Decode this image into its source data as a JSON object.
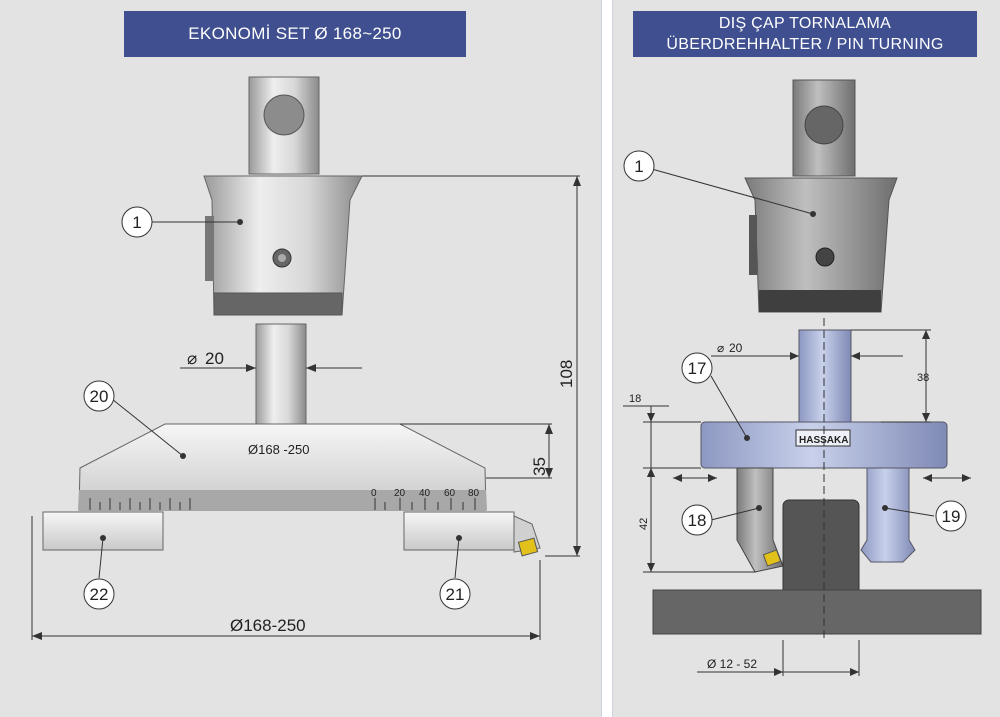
{
  "left_panel": {
    "title": "EKONOMİ SET Ø 168~250",
    "callouts": {
      "c1": "1",
      "c20": "20",
      "c21": "21",
      "c22": "22"
    },
    "dimensions": {
      "pin_diameter": "20",
      "body_label": "Ø168 -250",
      "height_108": "108",
      "height_35": "35",
      "overall_diameter": "Ø168-250"
    },
    "scale_labels": [
      "0",
      "20",
      "40",
      "60",
      "80"
    ]
  },
  "right_panel": {
    "title_line1": "DIŞ ÇAP TORNALAMA",
    "title_line2": "ÜBERDREHHALTER / PIN TURNING",
    "callouts": {
      "c1": "1",
      "c17": "17",
      "c18": "18",
      "c19": "19"
    },
    "dimensions": {
      "pin_diameter": "20",
      "height_38": "38",
      "height_18": "18",
      "height_42": "42",
      "range": "Ø 12 - 52"
    },
    "brand": "HASSAKA"
  },
  "colors": {
    "banner": "#3f4f8f",
    "background": "#e3e3e3",
    "insert": "#e2c21a"
  }
}
